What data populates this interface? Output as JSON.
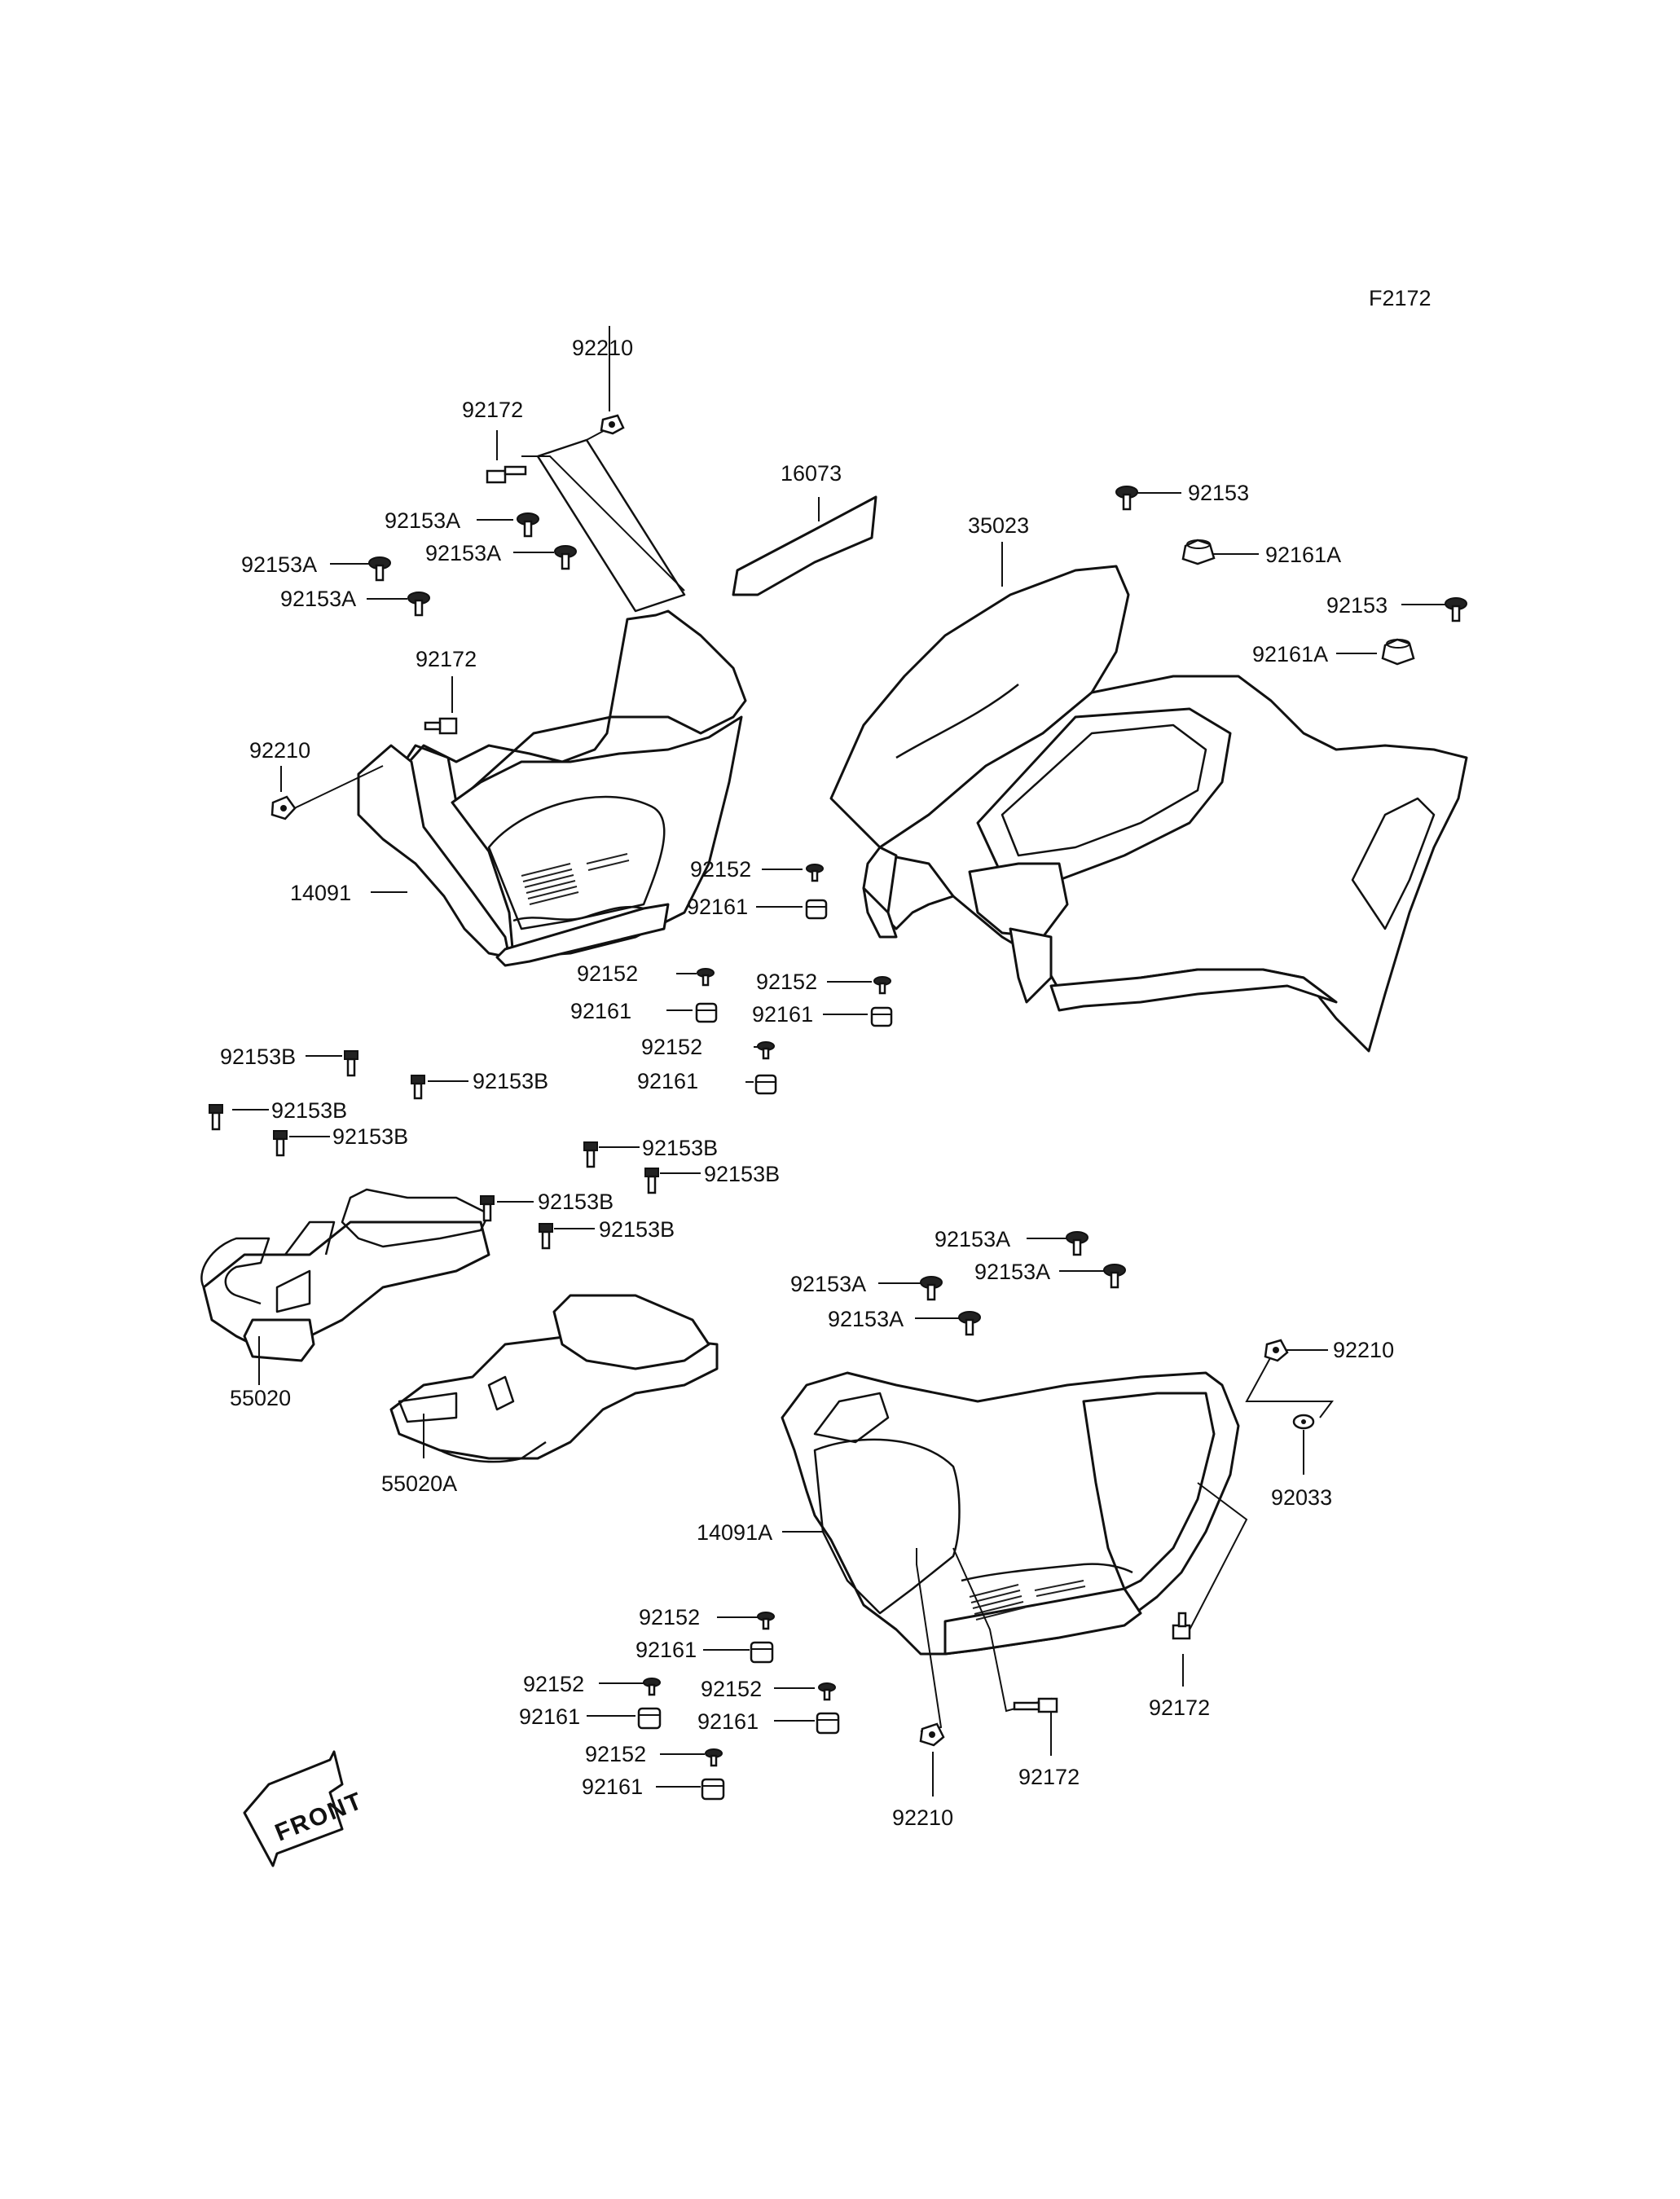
{
  "diagram_code": "F2172",
  "front_label": "FRONT",
  "parts": {
    "p92210_top": "92210",
    "p92172_top": "92172",
    "p92153A_1": "92153A",
    "p92153A_2": "92153A",
    "p92153A_3": "92153A",
    "p92153A_4": "92153A",
    "p92172_mid": "92172",
    "p92210_left": "92210",
    "p14091": "14091",
    "p16073": "16073",
    "p35023": "35023",
    "p92153_1": "92153",
    "p92161A_1": "92161A",
    "p92153_2": "92153",
    "p92161A_2": "92161A",
    "p92152_1": "92152",
    "p92161_1": "92161",
    "p92152_2": "92152",
    "p92161_2": "92161",
    "p92152_3": "92152",
    "p92161_3": "92161",
    "p92152_4": "92152",
    "p92161_4": "92161",
    "p92153B_1": "92153B",
    "p92153B_2": "92153B",
    "p92153B_3": "92153B",
    "p92153B_4": "92153B",
    "p92153B_5": "92153B",
    "p92153B_6": "92153B",
    "p92153B_7": "92153B",
    "p92153B_8": "92153B",
    "p55020": "55020",
    "p55020A": "55020A",
    "p92153A_5": "92153A",
    "p92153A_6": "92153A",
    "p92153A_7": "92153A",
    "p92153A_8": "92153A",
    "p92210_r1": "92210",
    "p92033": "92033",
    "p14091A": "14091A",
    "p92152_5": "92152",
    "p92161_5": "92161",
    "p92152_6": "92152",
    "p92161_6": "92161",
    "p92152_7": "92152",
    "p92161_7": "92161",
    "p92152_8": "92152",
    "p92161_8": "92161",
    "p92172_r1": "92172",
    "p92172_r2": "92172",
    "p92210_r2": "92210"
  }
}
